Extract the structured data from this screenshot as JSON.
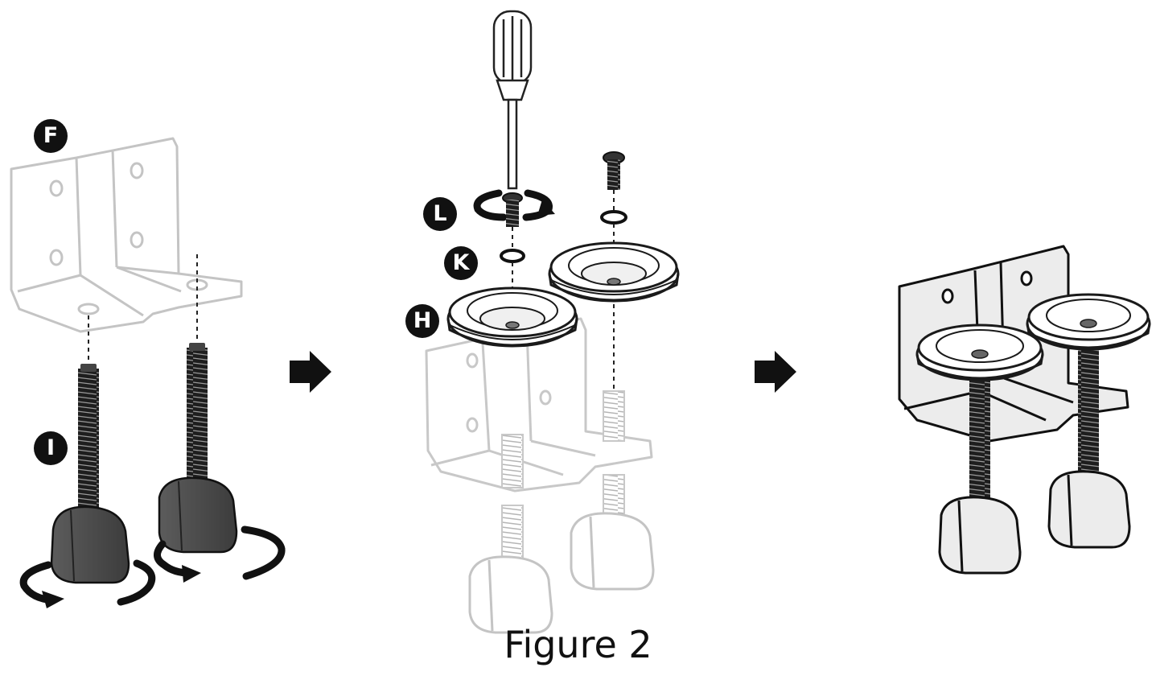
{
  "figure": {
    "caption": "Figure 2",
    "labels": {
      "F": "F",
      "I": "I",
      "L": "L",
      "K": "K",
      "H": "H"
    }
  },
  "colors": {
    "ink": "#111111",
    "outline": "#c4c4c4",
    "screw_dark": "#2b2b2b",
    "knob_dark": "#555555",
    "steel_light": "#ececec"
  },
  "icons": {
    "step_arrow": "right-arrow-icon",
    "rotate": "rotate-arrow-icon",
    "screwdriver": "screwdriver-icon"
  }
}
